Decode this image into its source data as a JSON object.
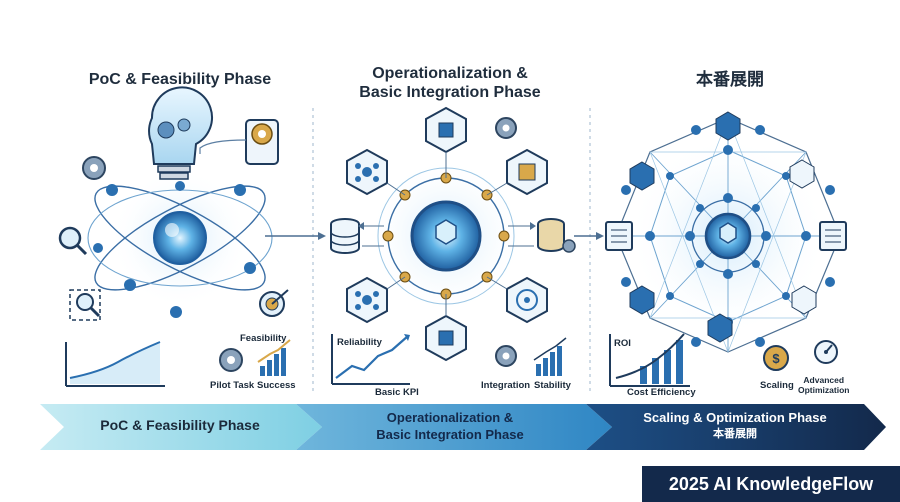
{
  "phases": [
    {
      "heading": "PoC & Feasibility Phase",
      "labels": {
        "feasibility": "Feasibility",
        "pilot_task": "Pilot Task",
        "success": "Success"
      },
      "band_text": "PoC & Feasibility Phase"
    },
    {
      "heading_line1": "Operationalization &",
      "heading_line2": "Basic Integration Phase",
      "labels": {
        "reliability": "Reliability",
        "basic_kpi": "Basic KPI",
        "integration": "Integration",
        "stability": "Stability"
      },
      "band_line1": "Operationalization &",
      "band_line2": "Basic Integration Phase"
    },
    {
      "heading": "本番展開",
      "labels": {
        "roi": "ROI",
        "cost_efficiency": "Cost Efficiency",
        "scaling": "Scaling",
        "advanced_line1": "Advanced",
        "advanced_line2": "Optimization"
      },
      "band_line1": "Scaling & Optimization Phase",
      "band_line2": "本番展開"
    }
  ],
  "footer": "2025 AI KnowledgeFlow",
  "icons": [
    "lightbulb-gear-icon",
    "gear-icon",
    "magnifier-icon",
    "target-icon",
    "database-icon",
    "hexagon-node-icon",
    "document-icon",
    "dollar-coin-icon",
    "gauge-icon"
  ],
  "colors": {
    "navy": "#13294b",
    "blue": "#2a6fb0",
    "light_blue": "#8fd0e6",
    "mid_blue": "#4d97c9",
    "gold": "#d9a84a"
  }
}
